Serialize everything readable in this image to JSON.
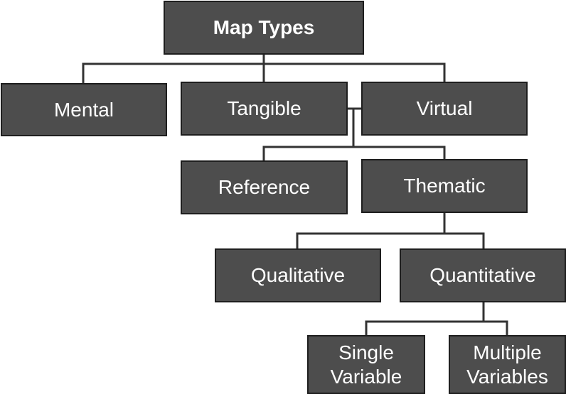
{
  "nodes": {
    "map_types": "Map Types",
    "mental": "Mental",
    "tangible": "Tangible",
    "virtual": "Virtual",
    "reference": "Reference",
    "thematic": "Thematic",
    "qualitative": "Qualitative",
    "quantitative": "Quantitative",
    "single_variable": "Single\nVariable",
    "multiple_variables": "Multiple\nVariables"
  },
  "colors": {
    "box_fill": "#4d4d4d",
    "box_border": "#1e1e1e",
    "box_text": "#ffffff",
    "connector": "#333333",
    "background": "#ffffff"
  }
}
